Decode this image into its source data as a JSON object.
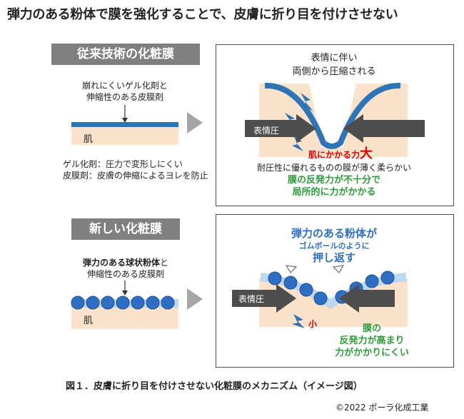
{
  "title": "弾力のある粉体で膜を強化することで、皮膚に折り目を付けさせない",
  "conventional": {
    "badge": "従来技術の化粧膜",
    "materials": [
      "崩れにくいゲル化剤と",
      "伸縮性のある皮膜剤"
    ],
    "skin_label": "肌",
    "notes": [
      "ゲル化剤：圧力で変形しにくい",
      "皮膜剤：皮膚の伸縮によるヨレを防止"
    ],
    "panel": {
      "heading": [
        "表情に伴い",
        "両側から圧縮される"
      ],
      "pressure_label": "表情圧",
      "force_label": "肌にかかる力",
      "force_size": "大",
      "resistance_text": "耐圧性に優れるものの膜が薄く柔らかい",
      "result": [
        "膜の反発力が不十分で",
        "局所的に力がかかる"
      ]
    }
  },
  "new": {
    "badge": "新しい化粧膜",
    "materials_bold": "弾力のある球状粉体",
    "materials_rest": "と",
    "materials_line2": "伸縮性のある皮膜剤",
    "skin_label": "肌",
    "panel": {
      "heading_main": "弾力のある粉体が",
      "heading_sub": "ゴムボールのように",
      "heading_end": "押し返す",
      "pressure_label": "表情圧",
      "force_size": "小",
      "result": [
        "膜の",
        "反発力が高まり",
        "力がかかりにくい"
      ]
    }
  },
  "caption": "図１．皮膚に折り目を付けさせない化粧膜のメカニズム（イメージ図）",
  "copyright": "©2022 ポーラ化成工業",
  "colors": {
    "badge": "#7f7f7f",
    "skin": "#fbe3cb",
    "film": "#2e75b6",
    "film_light": "#bdd7ee",
    "bead": "#2e6fc3",
    "green": "#2e9b3a",
    "red": "#e00000",
    "arrow": "#4d4d4d"
  }
}
